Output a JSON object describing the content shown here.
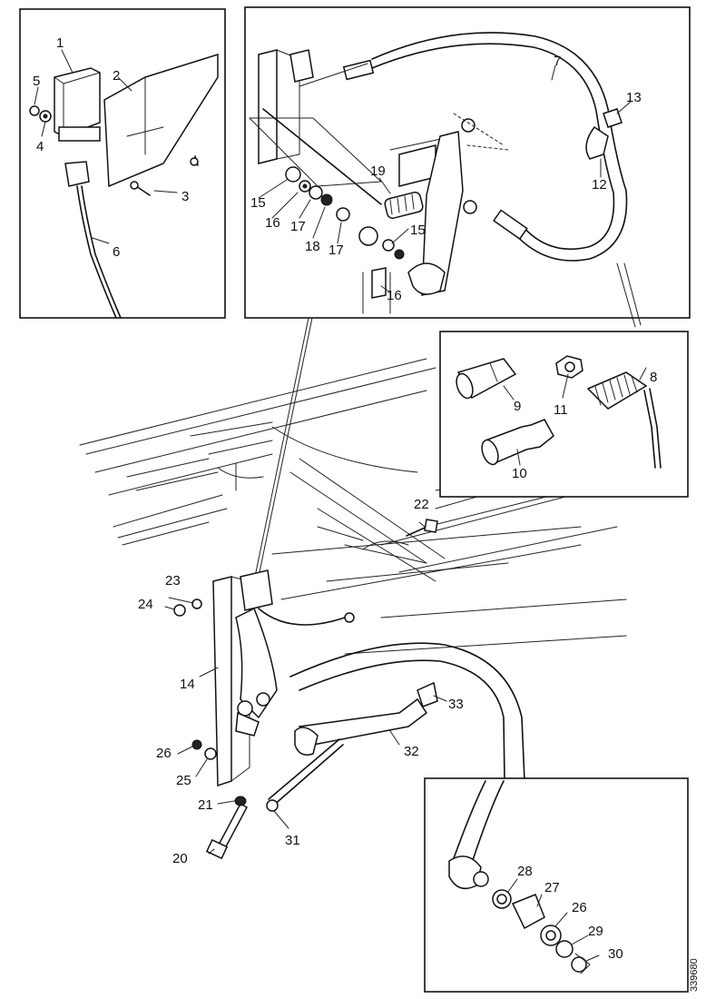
{
  "labels": {
    "p1": "1",
    "p2": "2",
    "p3": "3",
    "p4": "4",
    "p5": "5",
    "p6": "6",
    "p7": "7",
    "p8": "8",
    "p9": "9",
    "p10": "10",
    "p11": "11",
    "p12": "12",
    "p13": "13",
    "p14": "14",
    "p15a": "15",
    "p15b": "15",
    "p16a": "16",
    "p16b": "16",
    "p17a": "17",
    "p17b": "17",
    "p18": "18",
    "p19": "19",
    "p20": "20",
    "p21": "21",
    "p22": "22",
    "p23": "23",
    "p24": "24",
    "p25": "25",
    "p26a": "26",
    "p26b": "26",
    "p27": "27",
    "p28": "28",
    "p29": "29",
    "p30": "30",
    "p31": "31",
    "p32": "32",
    "p33": "33"
  },
  "drawing_code": "339680"
}
